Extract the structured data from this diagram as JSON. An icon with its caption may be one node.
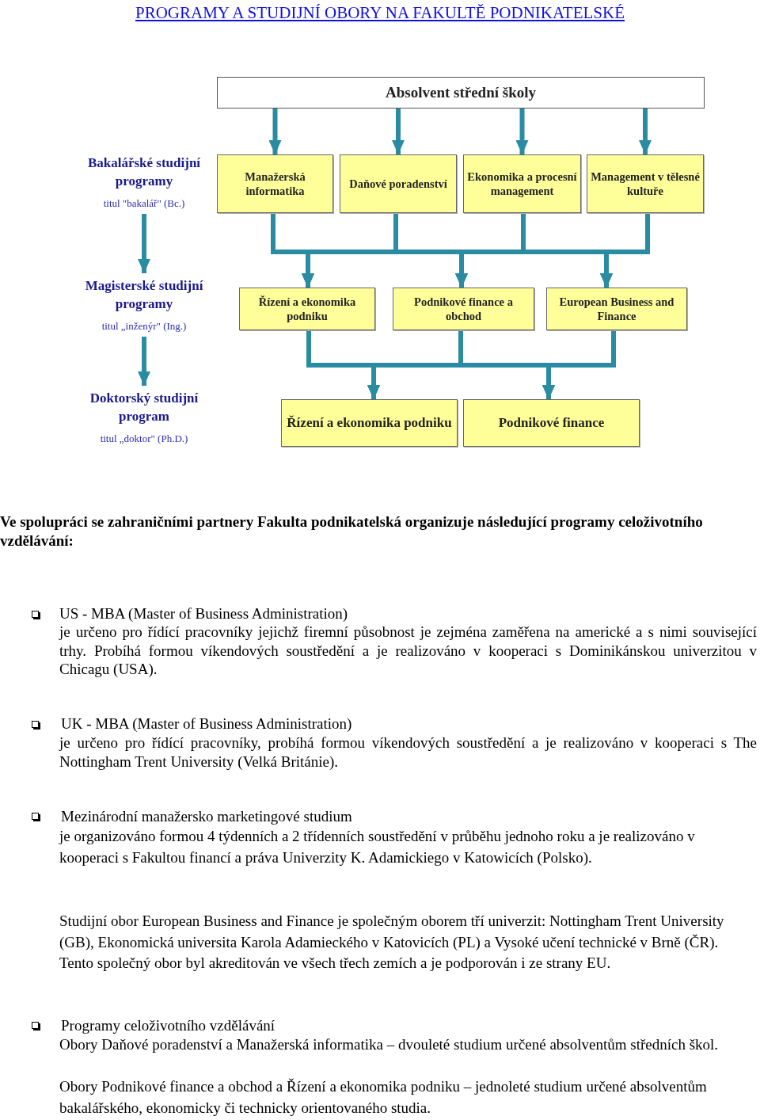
{
  "diagram": {
    "title": "PROGRAMY A STUDIJNÍ OBORY NA FAKULTĚ PODNIKATELSKÉ",
    "nodes": [
      {
        "text": [
          "Absolvent střední školy"
        ]
      },
      {
        "text": [
          "Bakalářské studijní programy",
          "titul \"bakalář\" (Bc.)"
        ]
      },
      {
        "text": [
          "Manažerská informatika"
        ]
      },
      {
        "text": [
          "Daňové poradenství"
        ]
      },
      {
        "text": [
          "Ekonomika a procesní management"
        ]
      },
      {
        "text": [
          "Management v tělesné kultuře"
        ]
      },
      {
        "text": [
          "Magisterské studijní programy",
          "titul „inženýr\" (Ing.)"
        ]
      },
      {
        "text": [
          "Řízení a ekonomika podniku"
        ]
      },
      {
        "text": [
          "Podnikové finance a obchod"
        ]
      },
      {
        "text": [
          "European Business and Finance"
        ]
      },
      {
        "text": [
          "Doktorský studijní program",
          "titul „doktor\" (Ph.D.)"
        ]
      },
      {
        "text": [
          "Řízení a ekonomika podniku"
        ]
      },
      {
        "text": [
          "Podnikové finance"
        ]
      }
    ],
    "edges": [
      {
        "from": 0,
        "to": 2,
        "arrow": "to"
      },
      {
        "from": 0,
        "to": 3,
        "arrow": "to"
      },
      {
        "from": 0,
        "to": 4,
        "arrow": "to"
      },
      {
        "from": 0,
        "to": 5,
        "arrow": "to"
      },
      {
        "from": 1,
        "to": 6,
        "arrow": "to"
      },
      {
        "from": 6,
        "to": 10,
        "arrow": "to"
      },
      {
        "from": 2,
        "to": 7,
        "arrow": "to"
      },
      {
        "from": 2,
        "to": 8,
        "arrow": "to"
      },
      {
        "from": 2,
        "to": 9,
        "arrow": "to"
      },
      {
        "from": 3,
        "to": 7,
        "arrow": "to"
      },
      {
        "from": 3,
        "to": 8,
        "arrow": "to"
      },
      {
        "from": 3,
        "to": 9,
        "arrow": "to"
      },
      {
        "from": 4,
        "to": 7,
        "arrow": "to"
      },
      {
        "from": 4,
        "to": 8,
        "arrow": "to"
      },
      {
        "from": 4,
        "to": 9,
        "arrow": "to"
      },
      {
        "from": 5,
        "to": 7,
        "arrow": "to"
      },
      {
        "from": 5,
        "to": 8,
        "arrow": "to"
      },
      {
        "from": 5,
        "to": 9,
        "arrow": "to"
      },
      {
        "from": 7,
        "to": 11,
        "arrow": "to"
      },
      {
        "from": 7,
        "to": 12,
        "arrow": "to"
      },
      {
        "from": 8,
        "to": 11,
        "arrow": "to"
      },
      {
        "from": 8,
        "to": 12,
        "arrow": "to"
      },
      {
        "from": 9,
        "to": 11,
        "arrow": "to"
      },
      {
        "from": 9,
        "to": 12,
        "arrow": "to"
      }
    ],
    "labels": [
      "Ve spolupráci se zahraničními partnery Fakulta podnikatelská organizuje následující programy celoživotního vzdělávání:",
      "US - MBA (Master of Business Administration)",
      "je určeno pro řídící pracovníky jejichž firemní působnost je zejména zaměřena na americké a s nimi související trhy. Probíhá formou víkendových soustředění a je realizováno v kooperaci s Dominikánskou univerzitou v Chicagu (USA).",
      "UK - MBA (Master of Business Administration)",
      "je určeno pro řídící pracovníky, probíhá formou víkendových soustředění a je realizováno v kooperaci s The Nottingham Trent University (Velká Británie).",
      "Mezinárodní manažersko marketingové studium",
      "je organizováno formou 4 týdenních a 2 třídenních soustředění v průběhu jednoho roku a je realizováno v kooperaci s Fakultou financí a práva Univerzity K. Adamickiego v Katowicích (Polsko).",
      "Studijní obor European Business and Finance je společným oborem tří univerzit: Nottingham Trent University (GB), Ekonomická universita Karola Adamieckého v Katovicích (PL) a Vysoké učení technické v Brně (ČR). Tento společný obor byl akreditován ve všech třech zemích a je podporován i ze strany EU.",
      "Programy celoživotního vzdělávání",
      "Obory Daňové poradenství a Manažerská informatika – dvouleté studium určené absolventům středních škol.",
      "Obory Podnikové finance a obchod a Řízení a ekonomika podniku – jednoleté studium určené absolventům bakalářského, ekonomicky či technicky orientovaného studia."
    ]
  }
}
